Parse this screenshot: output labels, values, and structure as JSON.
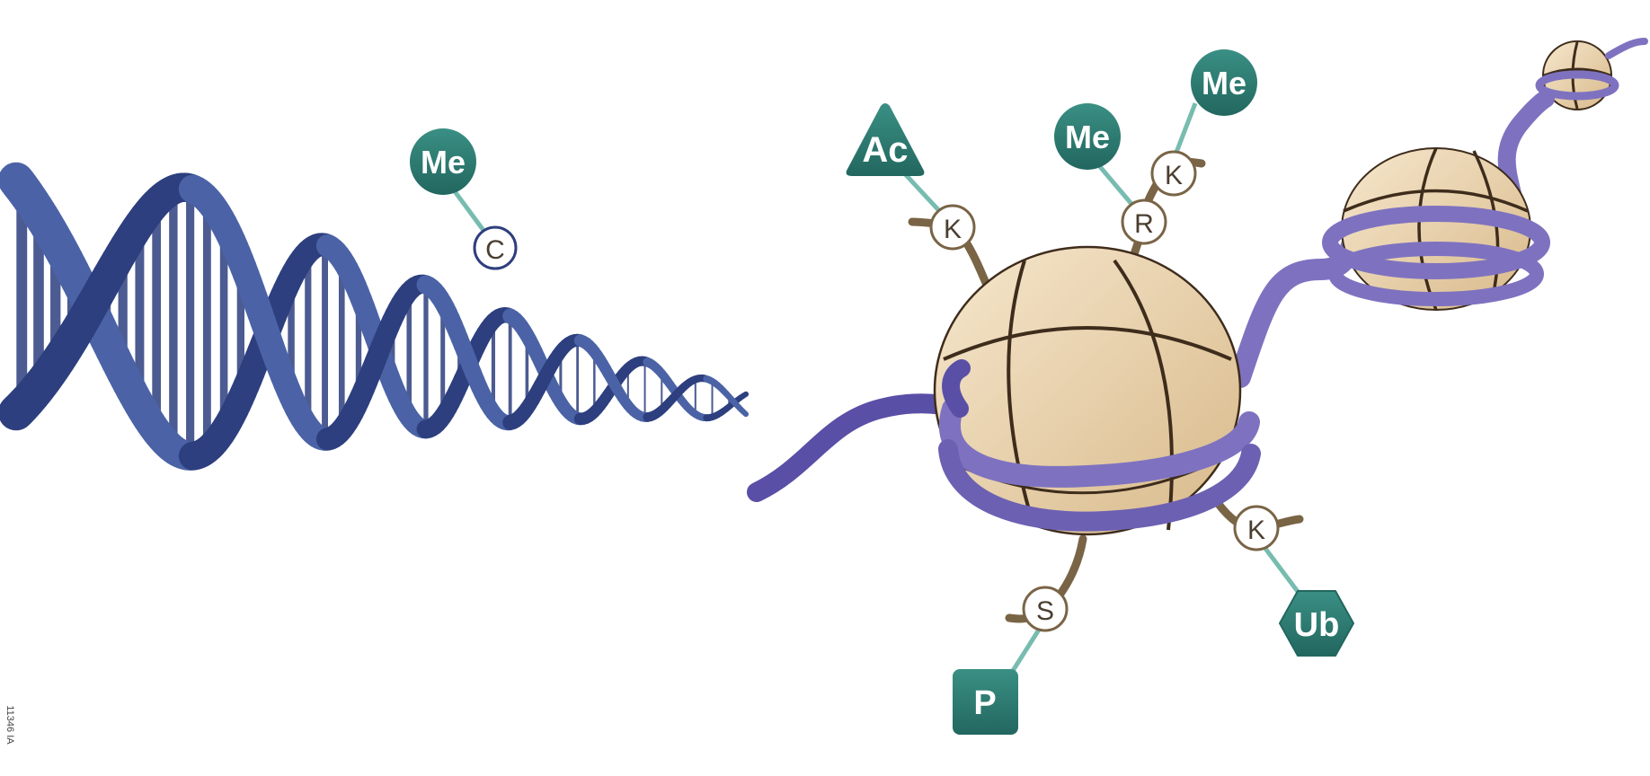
{
  "colors": {
    "dna": "#4b63a6",
    "dna_dark": "#2d3f7e",
    "dna_light": "#9fb0dc",
    "chromatin": "#7e72c0",
    "chromatin_dark": "#4f4596",
    "histone": "#ead2ad",
    "histone_line": "#3e2c1c",
    "tail": "#7a6446",
    "tag": "#2d7d73",
    "tag_link": "#78bcb0",
    "residue_fill": "#ffffff",
    "residue_stroke": "#7a6446"
  },
  "side_note": "11346 IA",
  "dna_methylation": {
    "residue": "C",
    "mark": "Me",
    "mark_shape": "circle"
  },
  "histone_marks": [
    {
      "residue": "K",
      "mark": "Ac",
      "mark_shape": "triangle"
    },
    {
      "residue": "R",
      "mark": "Me",
      "mark_shape": "circle"
    },
    {
      "residue": "K",
      "mark": "Me",
      "mark_shape": "circle"
    },
    {
      "residue": "K",
      "mark": "Ub",
      "mark_shape": "hexagon"
    },
    {
      "residue": "S",
      "mark": "P",
      "mark_shape": "rounded-square"
    }
  ]
}
